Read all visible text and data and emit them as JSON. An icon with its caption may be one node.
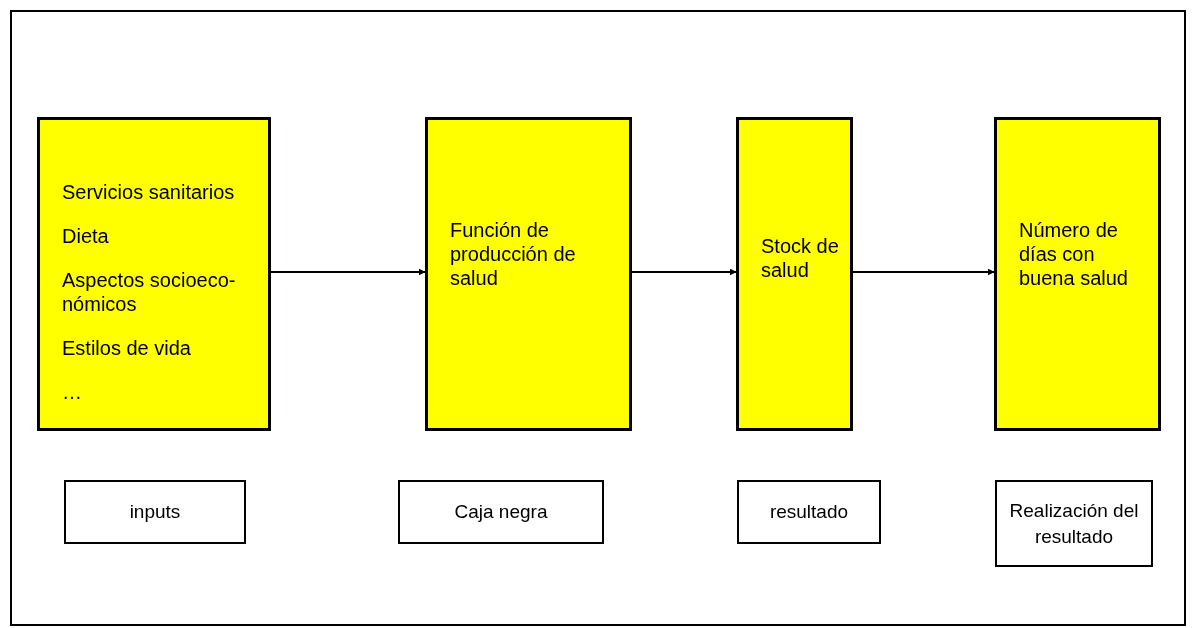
{
  "diagram": {
    "nodes": [
      {
        "text": [
          "Servicios sanitarios",
          "Dieta",
          "Aspectos socioeco-nómicos",
          "Estilos de vida",
          "…"
        ]
      },
      {
        "text": [
          "Función de producción de salud"
        ]
      },
      {
        "text": [
          "Stock de salud"
        ]
      },
      {
        "text": [
          "Número de días con buena salud"
        ]
      },
      {
        "text": [
          "inputs"
        ]
      },
      {
        "text": [
          "Caja negra"
        ]
      },
      {
        "text": [
          "resultado"
        ]
      },
      {
        "text": [
          "Realización del resultado"
        ]
      }
    ],
    "edges": [
      {
        "from": 0,
        "to": 1,
        "arrow": "to"
      },
      {
        "from": 1,
        "to": 2,
        "arrow": "to"
      },
      {
        "from": 2,
        "to": 3,
        "arrow": "to"
      }
    ]
  }
}
